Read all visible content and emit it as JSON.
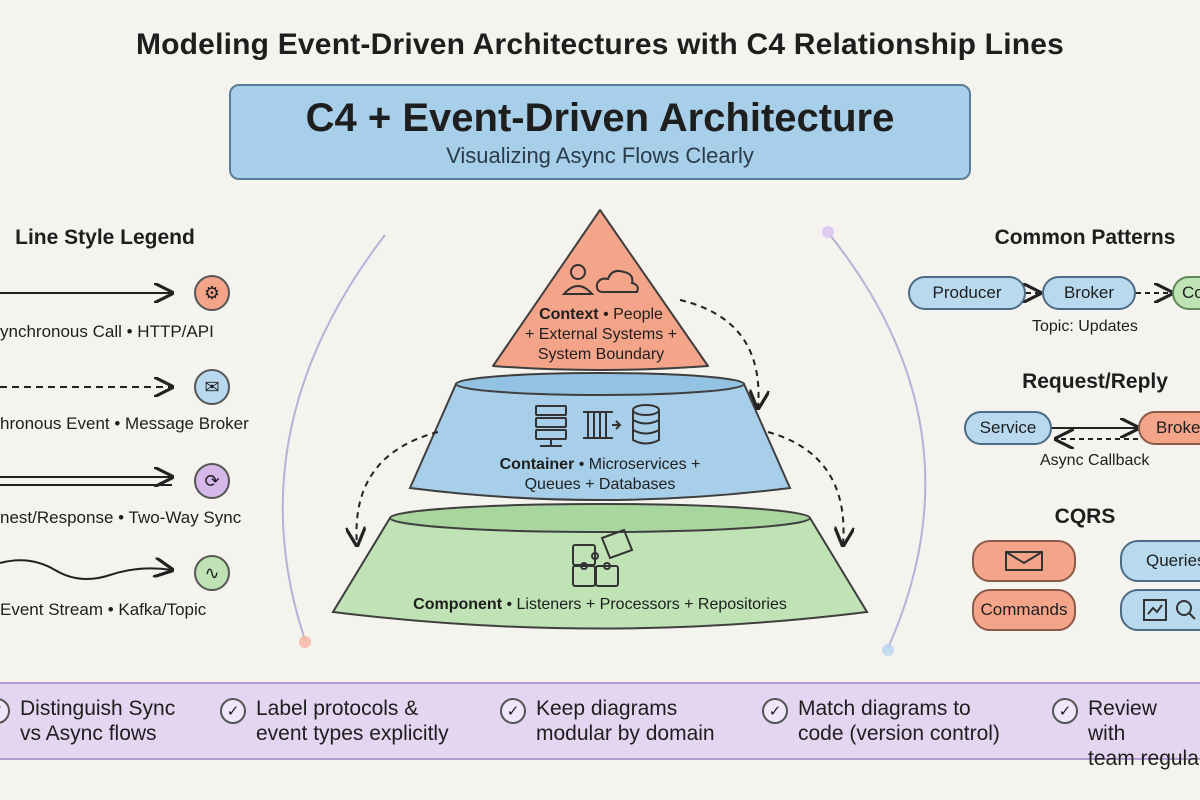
{
  "title": "Modeling Event-Driven Architectures with C4 Relationship Lines",
  "banner": {
    "title": "C4 + Event-Driven Architecture",
    "subtitle": "Visualizing Async Flows Clearly"
  },
  "legend": {
    "title": "Line Style Legend",
    "items": [
      {
        "label": "ynchronous Call • HTTP/API",
        "icon": "gear-icon",
        "color": "#f4a488"
      },
      {
        "label": "hronous Event • Message Broker",
        "icon": "envelope-icon",
        "color": "#b9d9ef"
      },
      {
        "label": "nest/Response • Two-Way Sync",
        "icon": "refresh-icon",
        "color": "#d7b8ea"
      },
      {
        "label": "Event Stream • Kafka/Topic",
        "icon": "pulse-icon",
        "color": "#bfe3b5"
      }
    ]
  },
  "pyramid": {
    "context": {
      "name": "Context",
      "desc": " • People",
      "line2": "+ External Systems +",
      "line3": "System Boundary",
      "color": "#f4a488"
    },
    "container": {
      "name": "Container",
      "desc": " • Microservices +",
      "line2": "Queues + Databases",
      "color": "#a8cfe9"
    },
    "component": {
      "name": "Component",
      "desc": " • Listeners + Processors + Repositories",
      "color": "#bfe3b5"
    }
  },
  "patterns": {
    "title": "Common Patterns",
    "pubsub": {
      "producer": "Producer",
      "broker": "Broker",
      "consumer": "Co",
      "caption": "Topic: Updates"
    },
    "request_reply": {
      "title": "Request/Reply",
      "service": "Service",
      "broker": "Broke",
      "caption": "Async Callback"
    },
    "cqrs": {
      "title": "CQRS",
      "commands": "Commands",
      "queries": "Queries"
    }
  },
  "tips": [
    {
      "text": "Distinguish Sync\nvs Async flows"
    },
    {
      "text": "Label protocols &\nevent types explicitly"
    },
    {
      "text": "Keep diagrams\nmodular by domain"
    },
    {
      "text": "Match diagrams to\ncode (version control)"
    },
    {
      "text": "Review with\nteam regula"
    }
  ],
  "colors": {
    "background": "#f5f3ee",
    "banner": "#a8cfe9",
    "bottom_bar": "#e4d5f1",
    "orange": "#f4a488",
    "blue": "#a8cfe9",
    "green": "#bfe3b5"
  }
}
